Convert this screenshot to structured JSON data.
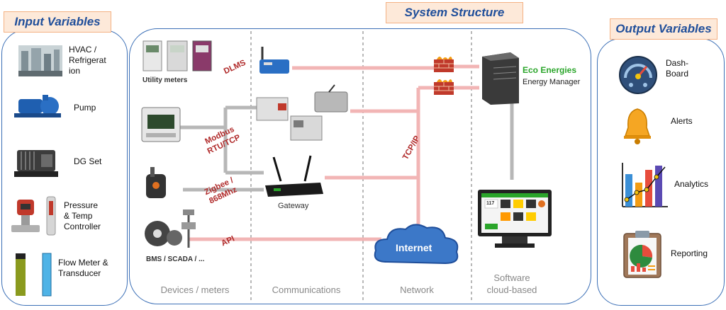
{
  "input_panel": {
    "title": "Input Variables",
    "items": [
      {
        "label": "HVAC /\nRefrigerat\nion"
      },
      {
        "label": "Pump"
      },
      {
        "label": "DG Set"
      },
      {
        "label": "Pressure\n& Temp\nController"
      },
      {
        "label": "Flow Meter &\nTransducer"
      }
    ]
  },
  "system_panel": {
    "title": "System Structure",
    "columns": [
      "Devices / meters",
      "Communications",
      "Network",
      "Software\ncloud-based"
    ],
    "device_captions": {
      "utility": "Utility meters",
      "bms": "BMS / SCADA / ..."
    },
    "protocol_labels": {
      "dlms": "DLMS",
      "modbus": "Modbus\nRTU/TCP",
      "zigbee": "Zigbee /\n868Mhz",
      "api": "API",
      "tcpip": "TCP/IP"
    },
    "gateway_label": "Gateway",
    "internet_label": "Internet",
    "eco_brand": "Eco Energies",
    "eco_sub": "Energy Manager",
    "screen_number": "117"
  },
  "output_panel": {
    "title": "Output Variables",
    "items": [
      {
        "label": "Dash-\nBoard"
      },
      {
        "label": "Alerts"
      },
      {
        "label": "Analytics"
      },
      {
        "label": "Reporting"
      }
    ]
  },
  "colors": {
    "panel_border": "#3b6fb6",
    "title_bg": "#fde9d9",
    "title_text": "#1f4e9a",
    "link_pink": "#f2b5b5",
    "link_gray": "#b7b7b7",
    "protocol_red": "#b02a2a",
    "brand_green": "#2aa52a"
  }
}
